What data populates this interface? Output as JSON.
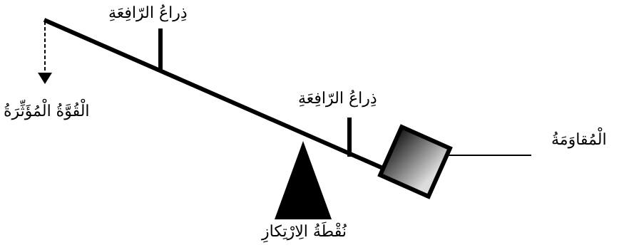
{
  "labels": {
    "lever_arm_top": "ذِراعُ الرّافِعَةِ",
    "effort_force": "الْقُوَّةُ الْمُؤَثِّرَةُ",
    "lever_arm_middle": "ذِراعُ الرّافِعَةِ",
    "resistance": "الْمُقاوَمَةُ",
    "fulcrum": "نُقْطَةُ الِارْتِكازِ"
  },
  "colors": {
    "ink": "#000000",
    "box_dark": "#1a1a1a",
    "box_light": "#d8d8d8"
  }
}
